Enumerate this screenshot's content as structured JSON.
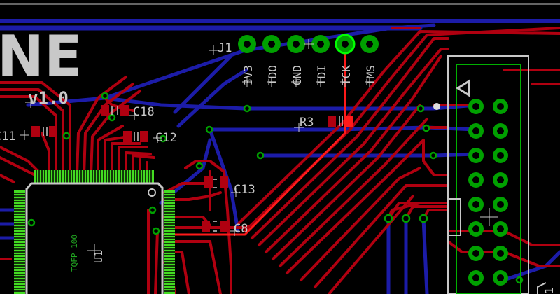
{
  "board": {
    "title_fragment": "NE",
    "version": "v1.0"
  },
  "header": {
    "name": "J1",
    "pins": [
      "3V3",
      "TDO",
      "GND",
      "TDI",
      "TCK",
      "TMS"
    ]
  },
  "components": {
    "c18": "C18",
    "c12": "C12",
    "c11": "C11",
    "r3": "R3",
    "c13": "C13",
    "c8": "C8",
    "ic_package": "TQFP 100",
    "ic_ref": "U1",
    "edge_ref": "1"
  },
  "colors": {
    "top_copper": "#b00010",
    "bottom_copper": "#1c1ca8",
    "selected_trace": "#ff1a1a",
    "pad": "#00a000",
    "smd_pad": "#44dd22",
    "silkscreen": "#c8c8c8",
    "highlight": "#00ff00",
    "background": "#000000"
  }
}
